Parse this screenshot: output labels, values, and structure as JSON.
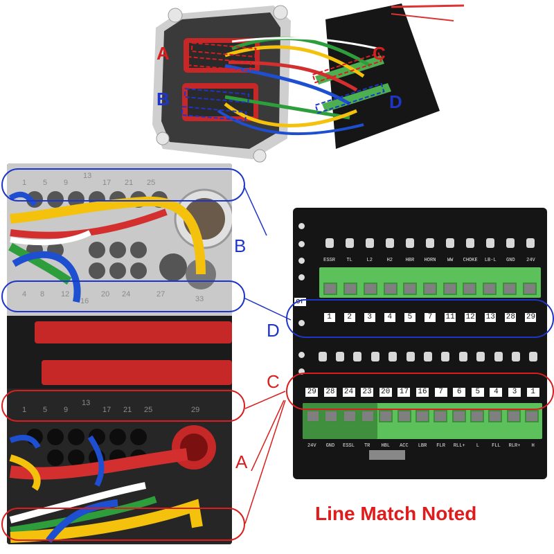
{
  "top_photo": {
    "callouts": [
      {
        "letter": "A",
        "color": "#d81e1e"
      },
      {
        "letter": "B",
        "color": "#1e36c8"
      },
      {
        "letter": "C",
        "color": "#d81e1e"
      },
      {
        "letter": "D",
        "color": "#1e36c8"
      }
    ]
  },
  "connector_panel": {
    "label_B": "B",
    "label_A": "A",
    "B_top_numbers": [
      "1",
      "5",
      "9",
      "13",
      "17",
      "21",
      "25"
    ],
    "B_bottom_numbers": [
      "4",
      "8",
      "12",
      "16",
      "20",
      "24",
      "27",
      "33"
    ],
    "A_top_numbers": [
      "1",
      "5",
      "9",
      "13",
      "17",
      "21",
      "25",
      "29"
    ]
  },
  "board": {
    "label_D": "D",
    "label_C": "C",
    "top_labels": [
      "ESSR",
      "TL",
      "L2",
      "H2",
      "HBR",
      "HORN",
      "WW",
      "CHOKE",
      "LB-L",
      "GND",
      "24V"
    ],
    "top_numbers": [
      "1",
      "2",
      "3",
      "4",
      "5",
      "7",
      "11",
      "12",
      "13",
      "28",
      "29"
    ],
    "bottom_numbers": [
      "29",
      "28",
      "24",
      "23",
      "20",
      "17",
      "16",
      "7",
      "6",
      "5",
      "4",
      "3",
      "1"
    ],
    "bottom_labels": [
      "24V",
      "GND",
      "ESSL",
      "TR",
      "HBL",
      "ACC",
      "LBR",
      "FLR",
      "RLL+",
      "L",
      "FLL",
      "RLR+",
      "H"
    ],
    "side_text": "or"
  },
  "caption": "Line Match Noted",
  "colors": {
    "red": "#d81e1e",
    "blue": "#1e36c8",
    "green_terminal": "#5cc15a",
    "board_black": "#151515",
    "caption_red": "#e01b1b"
  }
}
